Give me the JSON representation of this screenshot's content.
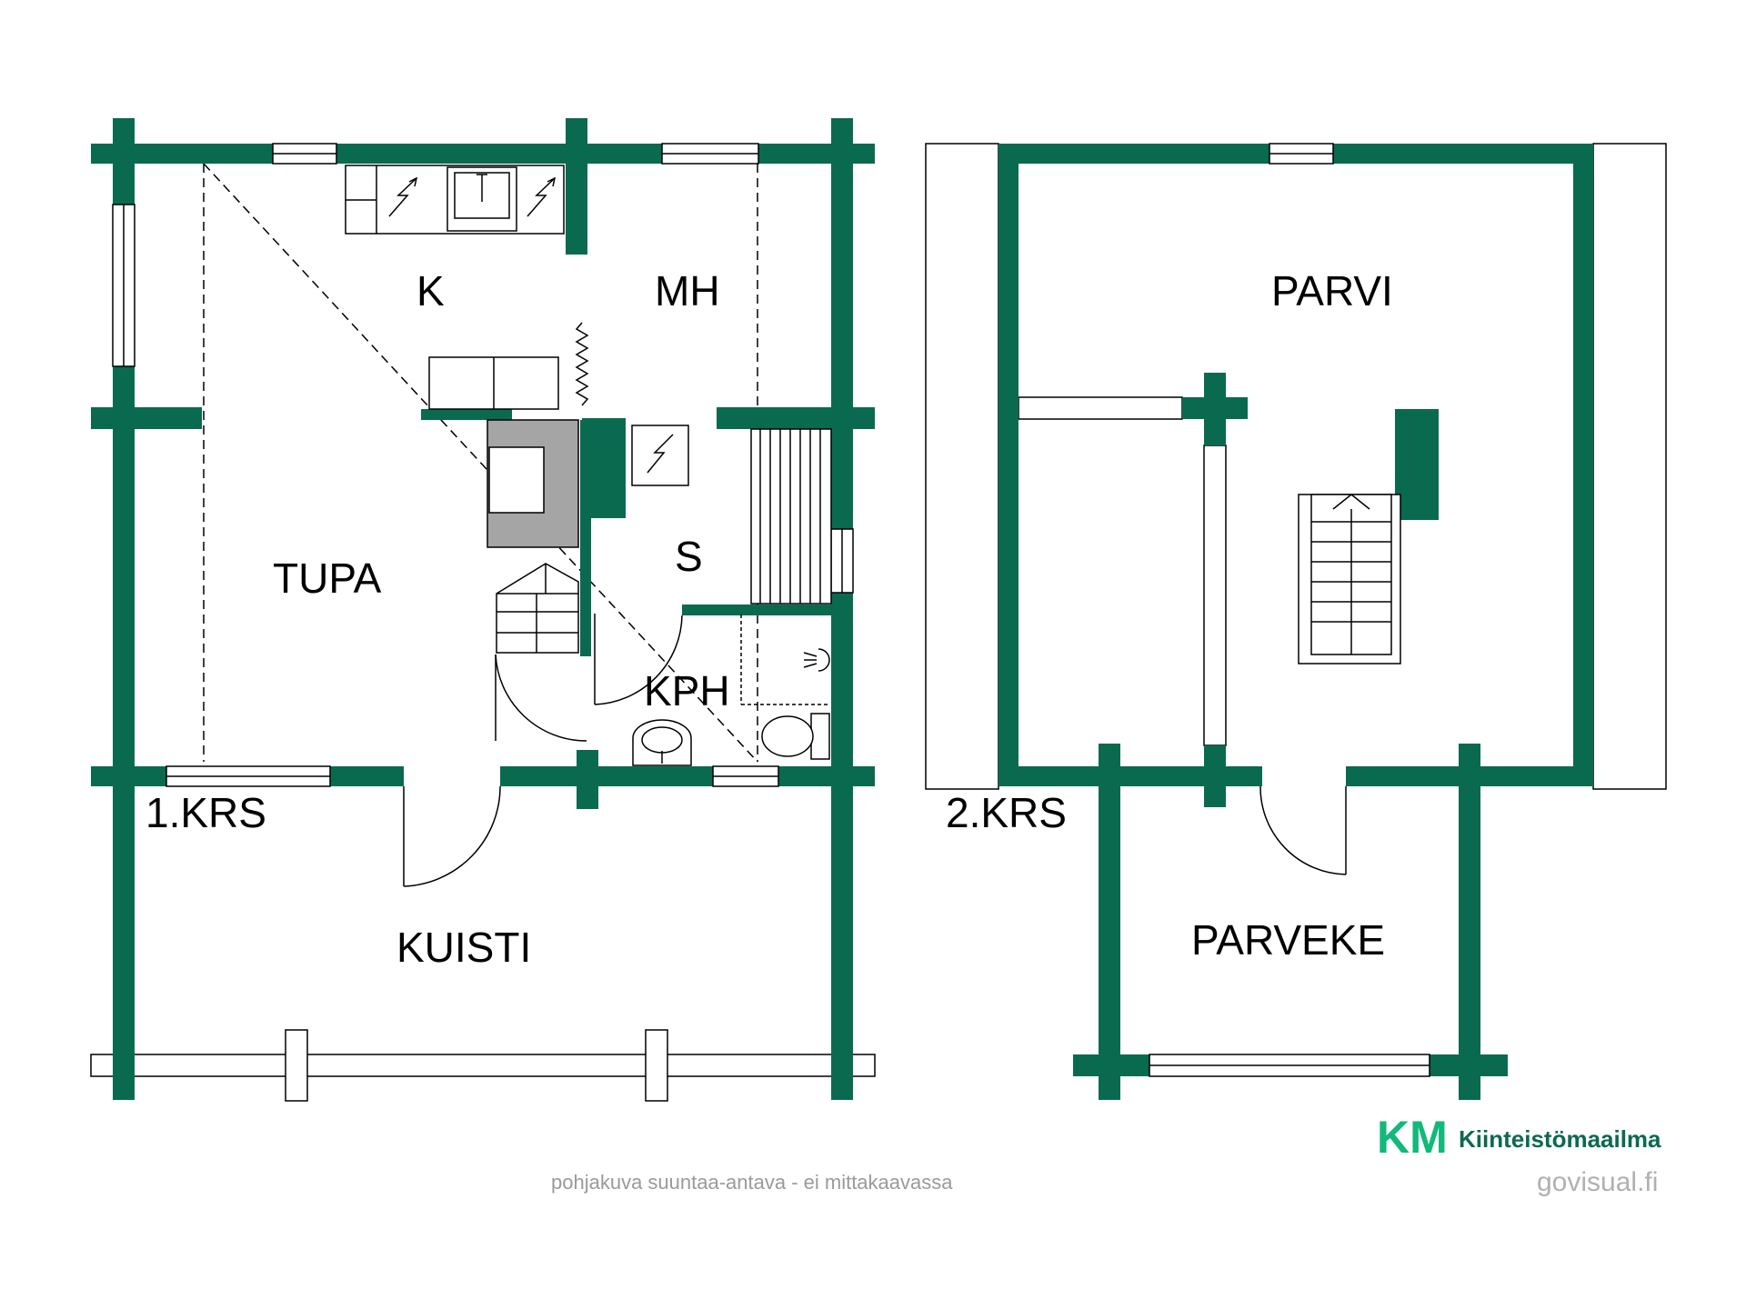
{
  "colors": {
    "wall": "#0a6a50",
    "line": "#000000",
    "hatch": "#9c9c9c",
    "logo_green": "#11b97a",
    "logo_dark": "#0a6a50",
    "note": "#9a9a9a"
  },
  "floor1": {
    "label": "1.KRS",
    "rooms": {
      "kitchen": "K",
      "bedroom": "MH",
      "living_room": "TUPA",
      "sauna": "S",
      "bathroom": "KPH",
      "porch": "KUISTI"
    }
  },
  "floor2": {
    "label": "2.KRS",
    "rooms": {
      "loft": "PARVI",
      "balcony": "PARVEKE"
    }
  },
  "footer": {
    "disclaimer": "pohjakuva suuntaa-antava - ei mittakaavassa",
    "brand_mark": "KM",
    "brand_name": "Kiinteistömaailma",
    "credit": "govisual.fi"
  },
  "icons": [
    "stove-icon",
    "sink-icon",
    "oven-icon",
    "sauna-heater-icon",
    "shower-icon",
    "toilet-icon",
    "washbasin-icon",
    "fireplace-icon",
    "stairs-icon"
  ]
}
